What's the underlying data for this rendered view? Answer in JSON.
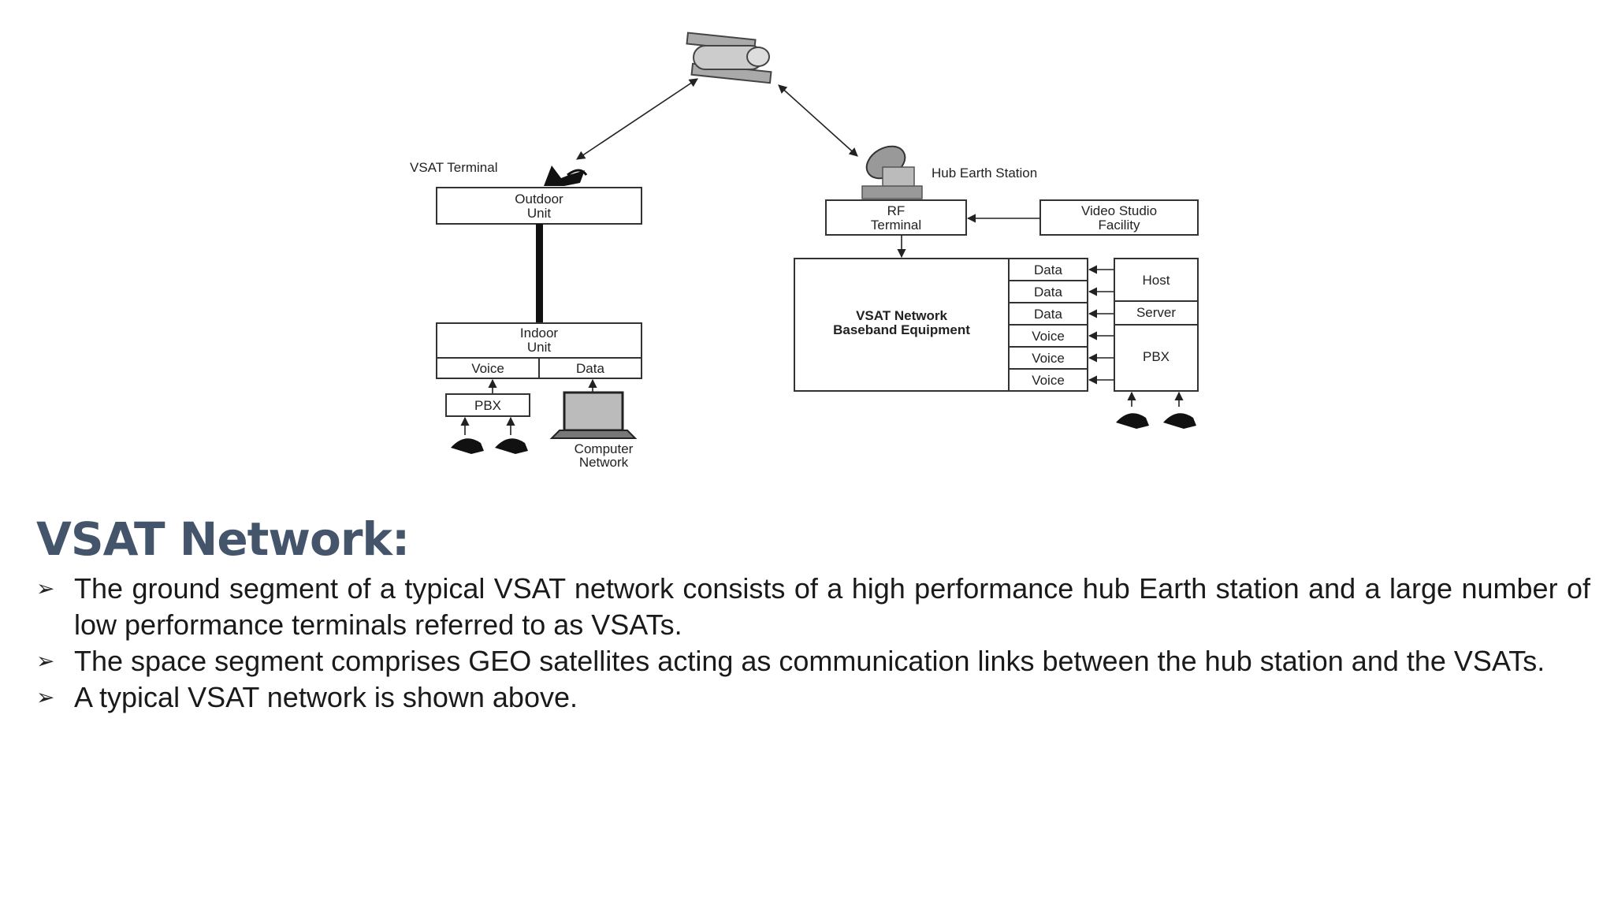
{
  "diagram": {
    "labels": {
      "vsat_terminal": "VSAT Terminal",
      "hub_earth_station": "Hub Earth Station",
      "outdoor_unit_1": "Outdoor",
      "outdoor_unit_2": "Unit",
      "indoor_unit_1": "Indoor",
      "indoor_unit_2": "Unit",
      "voice": "Voice",
      "data": "Data",
      "pbx_left": "PBX",
      "computer_network_1": "Computer",
      "computer_network_2": "Network",
      "rf_terminal_1": "RF",
      "rf_terminal_2": "Terminal",
      "video_studio_1": "Video Studio",
      "video_studio_2": "Facility",
      "baseband_1": "VSAT Network",
      "baseband_2": "Baseband Equipment",
      "ports": [
        "Data",
        "Data",
        "Data",
        "Voice",
        "Voice",
        "Voice"
      ],
      "host": "Host",
      "server": "Server",
      "pbx_right": "PBX"
    },
    "icons": [
      "satellite-icon",
      "dish-antenna-icon",
      "hub-antenna-icon",
      "laptop-icon",
      "telephone-icon"
    ]
  },
  "slide": {
    "title": "VSAT Network:",
    "bullets": [
      "The ground segment of a typical VSAT network consists of a high performance hub Earth station and a large number of low performance terminals referred to as VSATs.",
      "The space segment comprises GEO satellites acting as communication links between the hub station and the VSATs.",
      "A typical VSAT network is shown above."
    ],
    "bullet_marker": "➢"
  },
  "colors": {
    "title": "#44546a",
    "text": "#1a1a1a",
    "line": "#333333"
  }
}
